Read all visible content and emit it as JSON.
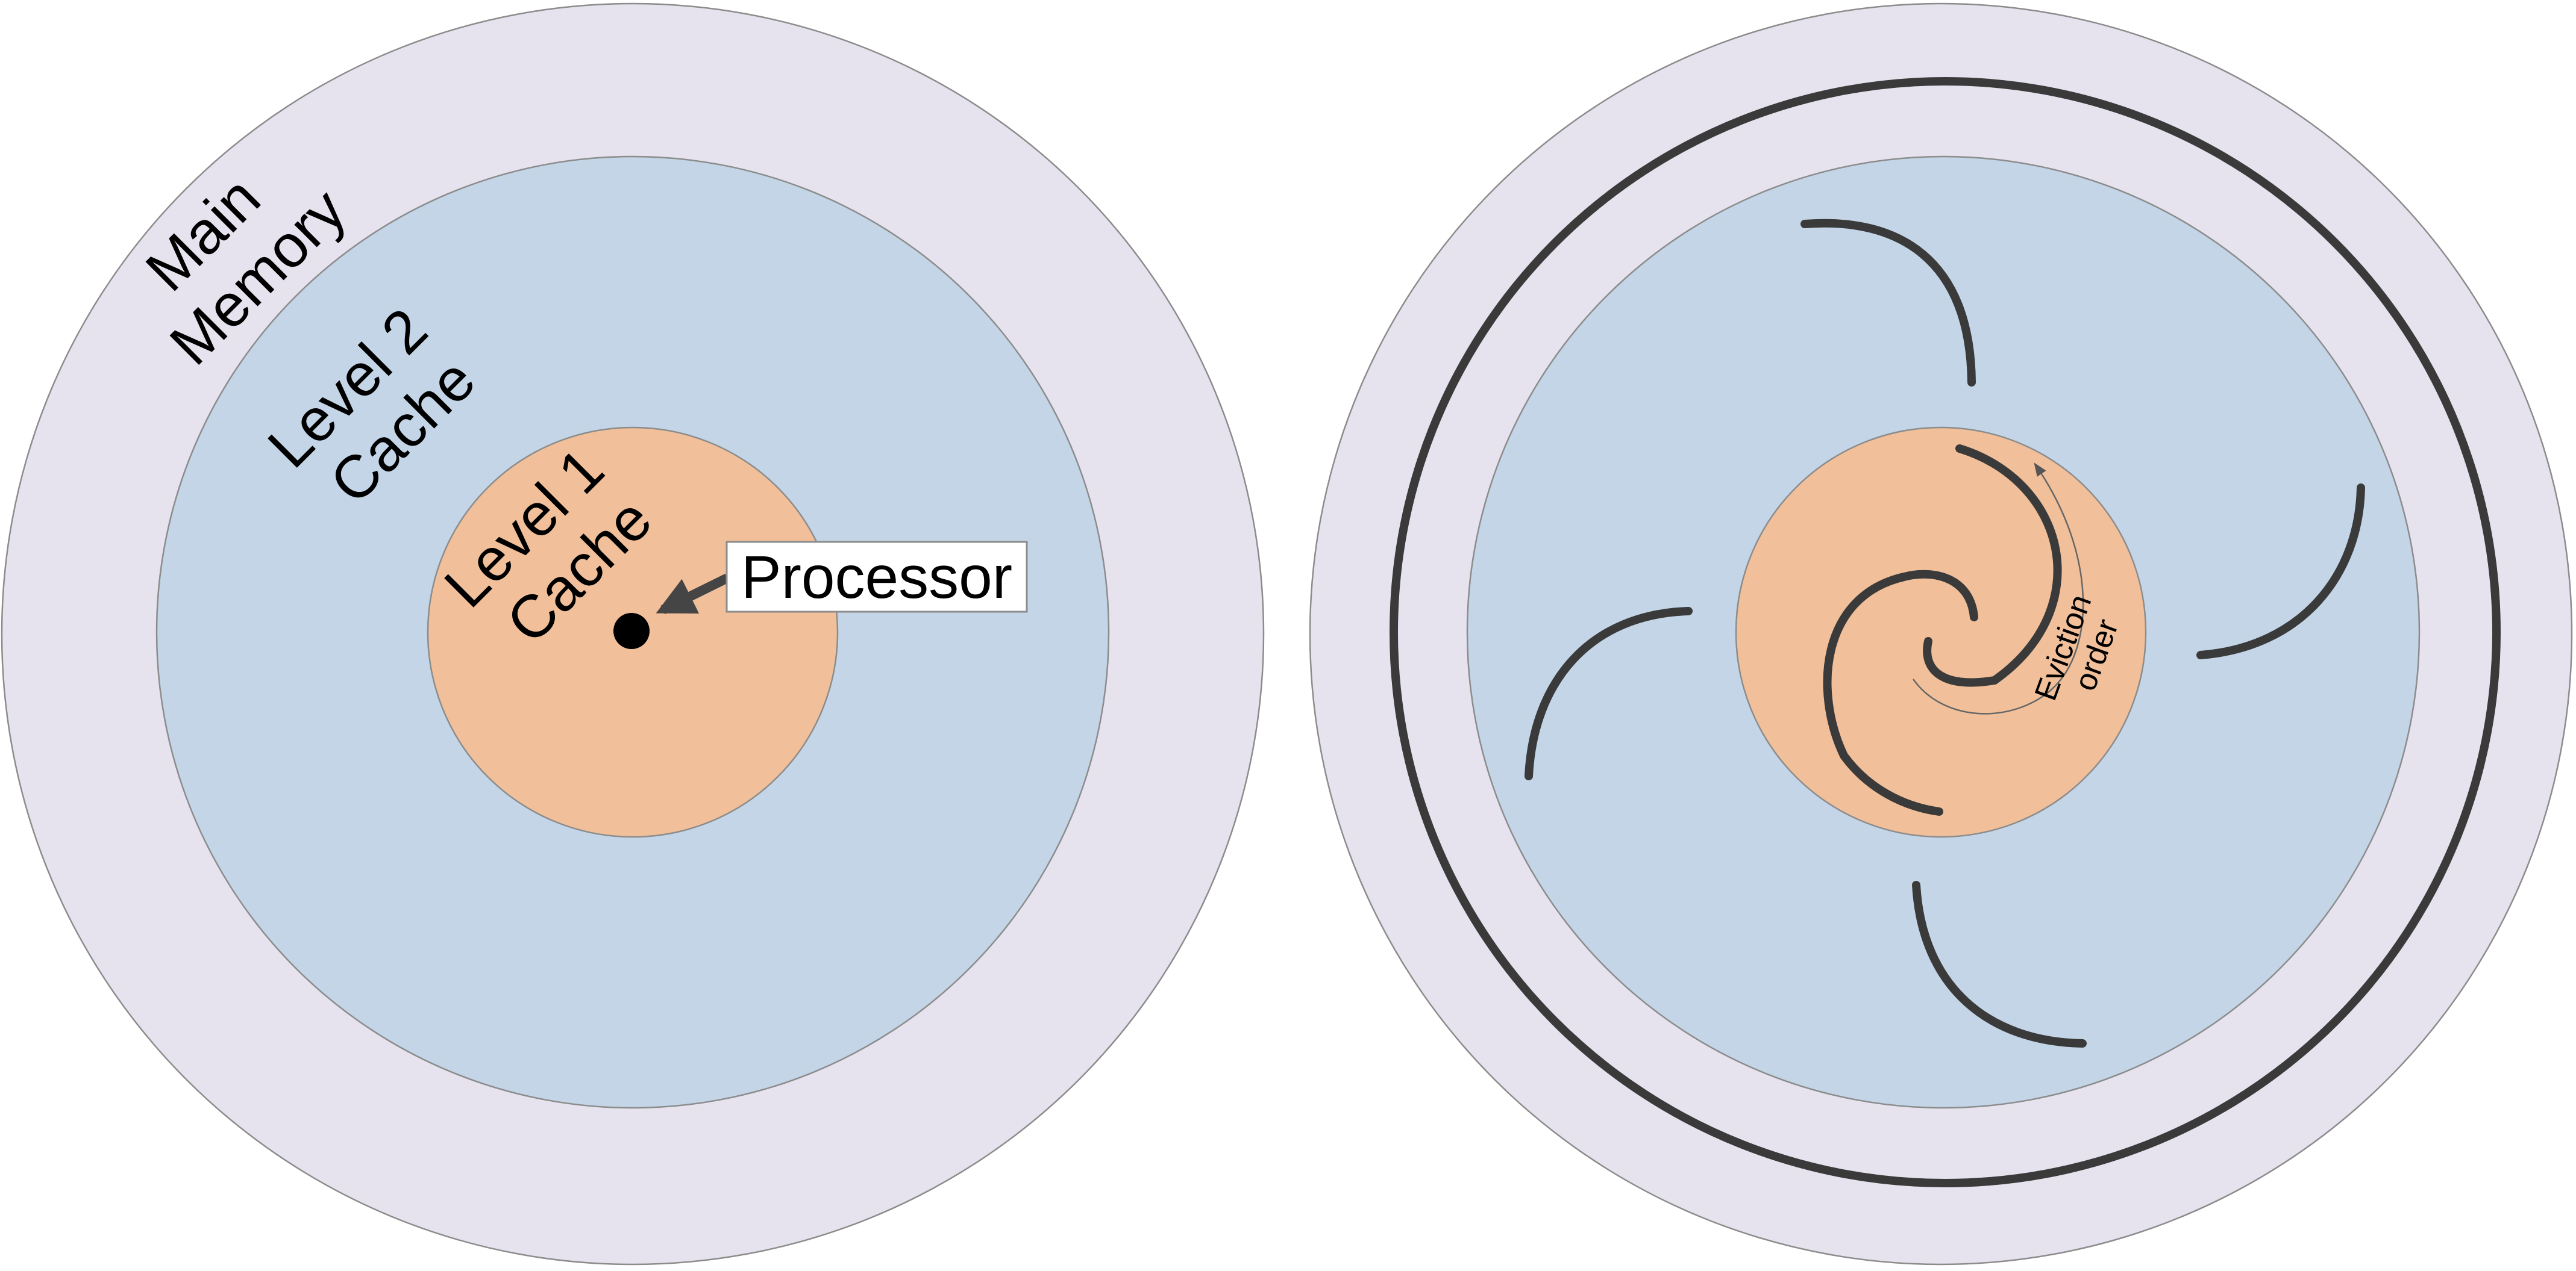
{
  "left_diagram": {
    "main_memory_label": [
      "Main",
      "Memory"
    ],
    "level2_label": [
      "Level 2",
      "Cache"
    ],
    "level1_label": [
      "Level 1",
      "Cache"
    ],
    "processor_label": "Processor"
  },
  "right_diagram": {
    "eviction_label": [
      "Eviction",
      "order"
    ]
  },
  "colors": {
    "main_memory": "#e6e3ef",
    "level2_cache": "#c3d5e6",
    "level1_cache": "#f1c09a",
    "outline": "#8c8c8c",
    "strokes": "#3a3a3a",
    "arrow": "#454545"
  },
  "icons": [
    "processor-dot-icon",
    "pointer-arrow-icon",
    "eviction-arrow-icon"
  ]
}
